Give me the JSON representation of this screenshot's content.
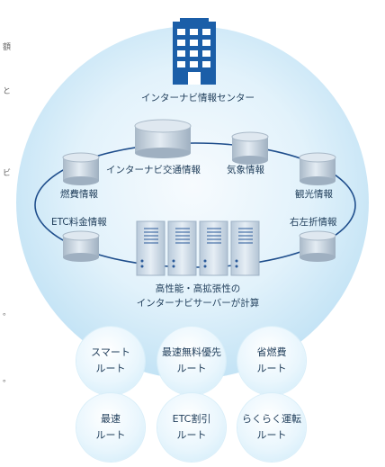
{
  "center": {
    "title": "インターナビ情報センター",
    "server_caption_line1": "高性能・高拡張性の",
    "server_caption_line2": "インターナビサーバーが計算"
  },
  "databases": {
    "traffic": "インターナビ交通情報",
    "weather": "気象情報",
    "fuel": "燃費情報",
    "sightseeing": "観光情報",
    "etc_fee": "ETC料金情報",
    "turn": "右左折情報"
  },
  "routes": [
    {
      "line1": "スマート",
      "line2": "ルート"
    },
    {
      "line1": "最速無料優先",
      "line2": "ルート"
    },
    {
      "line1": "省燃費",
      "line2": "ルート"
    },
    {
      "line1": "最速",
      "line2": "ルート"
    },
    {
      "line1": "ETC割引",
      "line2": "ルート"
    },
    {
      "line1": "らくらく運転",
      "line2": "ルート"
    }
  ],
  "edge_fragments": [
    "額",
    "と",
    "ビ",
    "。",
    "。"
  ],
  "colors": {
    "building": "#1b5ea8",
    "sphere": "#cfe9f7",
    "ring": "#1f4e8c",
    "server": "#c9d8e6"
  }
}
